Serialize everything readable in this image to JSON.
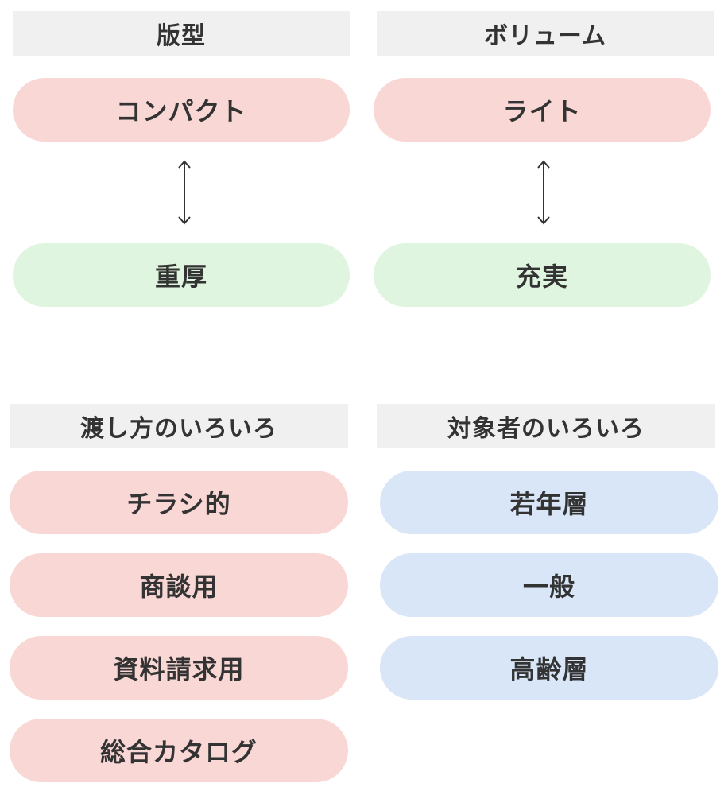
{
  "colors": {
    "header_bg": "#f0f0f0",
    "pink": "#f9d7d5",
    "green": "#dff5df",
    "blue": "#d8e6f8",
    "text": "#333333"
  },
  "format": {
    "header": "版型",
    "top": "コンパクト",
    "bottom": "重厚"
  },
  "volume": {
    "header": "ボリューム",
    "top": "ライト",
    "bottom": "充実"
  },
  "delivery": {
    "header": "渡し方のいろいろ",
    "items": [
      "チラシ的",
      "商談用",
      "資料請求用",
      "総合カタログ"
    ]
  },
  "audience": {
    "header": "対象者のいろいろ",
    "items": [
      "若年層",
      "一般",
      "高齢層"
    ]
  }
}
